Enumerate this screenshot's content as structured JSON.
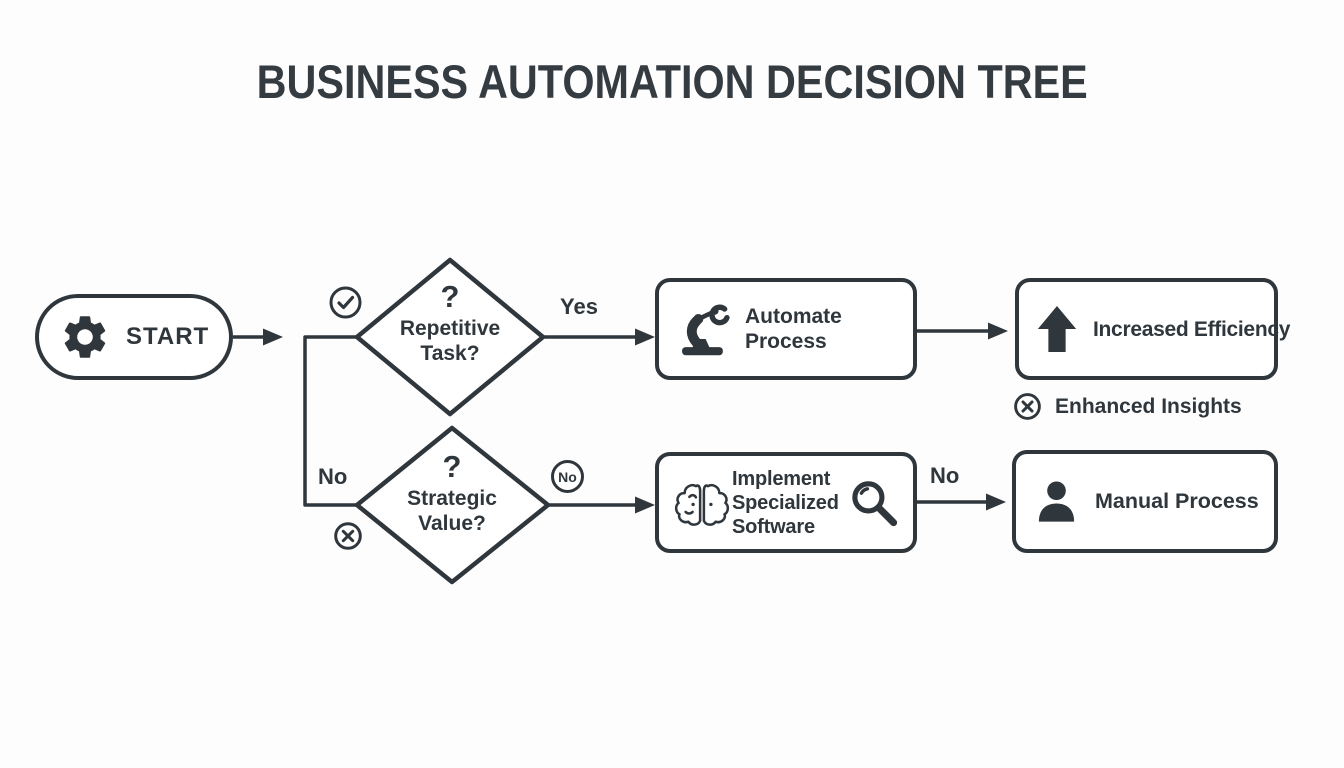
{
  "theme": {
    "ink": "#2f363c",
    "background": "#fdfdfe",
    "node_fill": "#ffffff"
  },
  "title": "BUSINESS AUTOMATION DECISION TREE",
  "start_node": {
    "label": "START",
    "icon": "gear-icon"
  },
  "decision_nodes": [
    {
      "question_mark": "?",
      "label": "Repetitive Task?",
      "badge_icon": "check-circle-icon"
    },
    {
      "question_mark": "?",
      "label": "Strategic Value?",
      "badge_icon": "x-circle-icon"
    }
  ],
  "process_nodes": [
    {
      "label": "Automate Process",
      "icon": "robot-arm-icon"
    },
    {
      "label": "Implement Specialized Software",
      "icons": [
        "brain-icon",
        "magnifying-glass-icon"
      ]
    }
  ],
  "outcome_nodes": [
    {
      "label": "Increased Efficiency",
      "icon": "up-arrow-icon"
    },
    {
      "label": "Manual Process",
      "icon": "person-icon"
    }
  ],
  "annotation": {
    "label": "Enhanced Insights",
    "icon": "x-circle-icon"
  },
  "edge_labels": {
    "yes": "Yes",
    "no_branch": "No",
    "no_circled": "No",
    "no_to_manual": "No"
  }
}
